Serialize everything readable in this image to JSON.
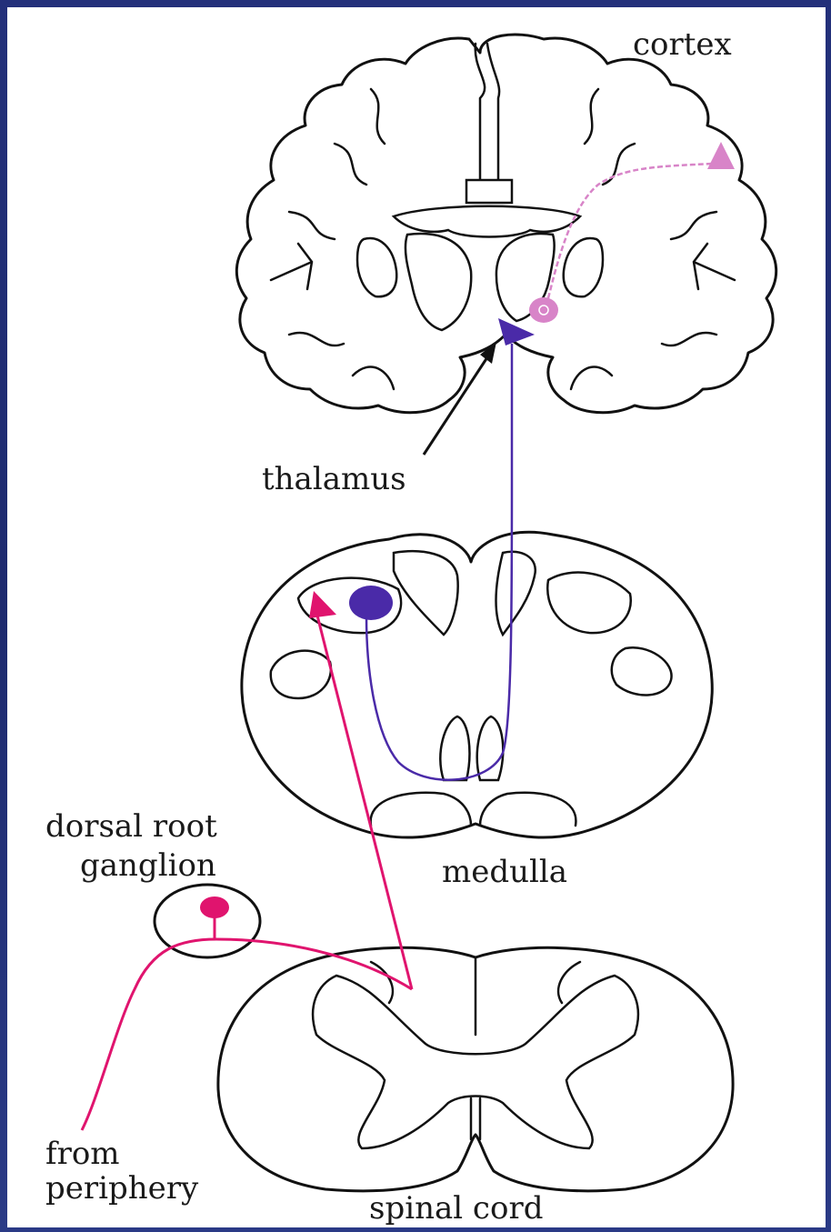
{
  "labels": {
    "cortex": "cortex",
    "thalamus": "thalamus",
    "medulla": "medulla",
    "drg_line1": "dorsal root",
    "drg_line2": "ganglion",
    "periphery_line1": "from",
    "periphery_line2": "periphery",
    "spinal_cord": "spinal cord"
  },
  "colors": {
    "background": "#1d2a6e",
    "outline": "#111111",
    "primary_neuron": "#e0146e",
    "secondary_neuron": "#4a2aa8",
    "tertiary_neuron": "#d884c8"
  }
}
